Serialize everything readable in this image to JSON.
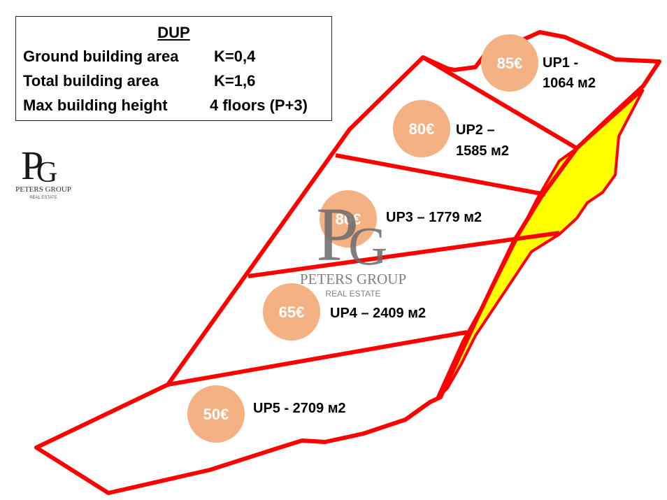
{
  "info": {
    "title": "DUP",
    "rows": [
      {
        "label": "Ground building area",
        "value": "K=0,4"
      },
      {
        "label": "Total building area",
        "value": "K=1,6"
      },
      {
        "label": "Max building height",
        "value": "4 floors (P+3)"
      }
    ]
  },
  "logo": {
    "monogram_p": "P",
    "monogram_g": "G",
    "name": "PETERS GROUP",
    "sub": "REAL ESTATE"
  },
  "plots": [
    {
      "id": "UP1",
      "price": "85€",
      "label_line1": "UP1 -",
      "label_line2": "1064 м2"
    },
    {
      "id": "UP2",
      "price": "80€",
      "label_line1": "UP2 –",
      "label_line2": "1585 м2"
    },
    {
      "id": "UP3",
      "price": "80€",
      "label_line1": "UP3 – 1779 м2",
      "label_line2": ""
    },
    {
      "id": "UP4",
      "price": "65€",
      "label_line1": "UP4 – 2409 м2",
      "label_line2": ""
    },
    {
      "id": "UP5",
      "price": "50€",
      "label_line1": "UP5 - 2709 м2",
      "label_line2": ""
    }
  ],
  "colors": {
    "boundary": "#ff0000",
    "green_zone": "#ffff00",
    "price_badge": "#f4b183",
    "watermark": "#6b6b6b"
  }
}
